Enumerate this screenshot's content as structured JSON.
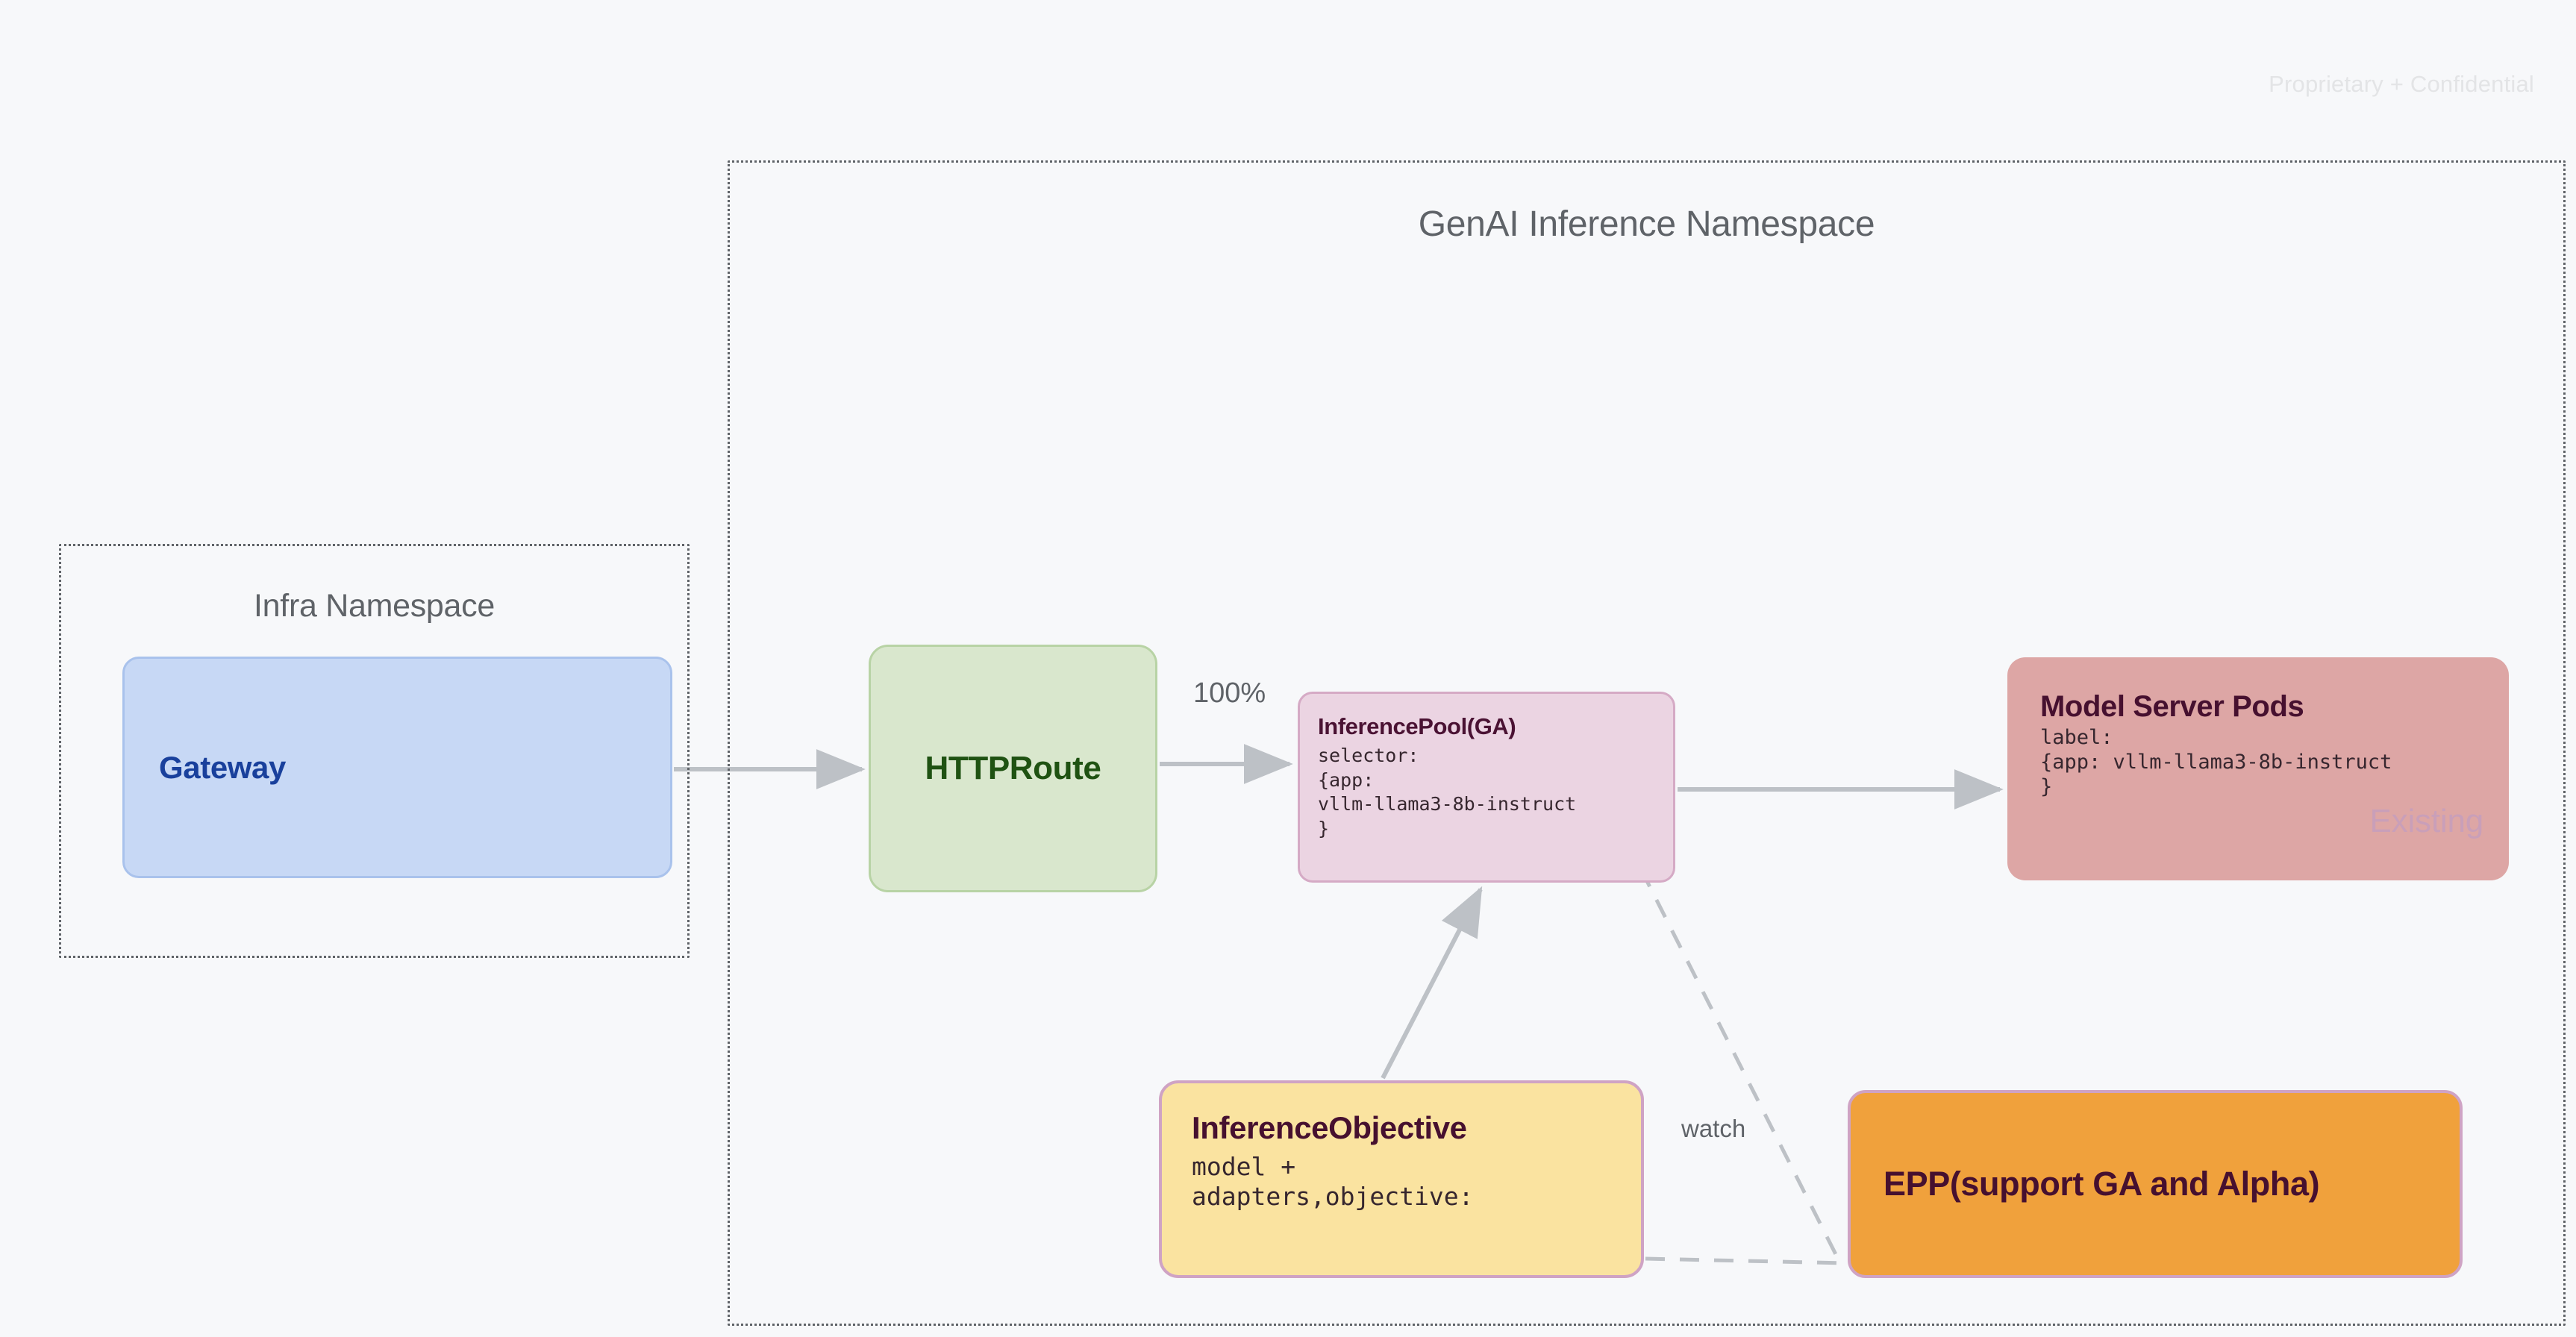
{
  "page": {
    "watermark": "Proprietary + Confidential",
    "background_color": "#f7f8fa"
  },
  "namespaces": [
    {
      "id": "infra",
      "label": "Infra Namespace"
    },
    {
      "id": "genai",
      "label": "GenAI Inference Namespace"
    }
  ],
  "nodes": {
    "gateway": {
      "title": "Gateway",
      "fill": "#c7d8f5",
      "text_color": "#19409c"
    },
    "httproute": {
      "title": "HTTPRoute",
      "fill": "#d9e7cd",
      "text_color": "#1f5212"
    },
    "inferencepool": {
      "title": "InferencePool(GA)",
      "body": "selector:\n{app:\nvllm-llama3-8b-instruct\n}",
      "fill": "#ebd4e2",
      "text_color": "#4a1233"
    },
    "modelpods": {
      "title": "Model Server Pods",
      "body": "label:\n{app: vllm-llama3-8b-instruct\n}",
      "tag": "Existing",
      "fill": "#dda6a5",
      "text_color": "#46102f"
    },
    "inferenceobjective": {
      "title": "InferenceObjective",
      "body": "model +\nadapters,objective:",
      "fill": "#fae3a0",
      "border_color": "#cfa3c4",
      "text_color": "#46102f"
    },
    "epp": {
      "title": "EPP(support GA and Alpha)",
      "fill": "#f0a13c",
      "border_color": "#cfa3c4",
      "text_color": "#46102f"
    }
  },
  "edges": [
    {
      "id": "gateway-to-httproute",
      "from": "gateway",
      "to": "httproute",
      "style": "solid",
      "label": ""
    },
    {
      "id": "httproute-to-inferencepool",
      "from": "httproute",
      "to": "inferencepool",
      "style": "solid",
      "label": "100%"
    },
    {
      "id": "inferencepool-to-modelpods",
      "from": "inferencepool",
      "to": "modelpods",
      "style": "solid",
      "label": ""
    },
    {
      "id": "inferenceobjective-to-inferencepool",
      "from": "inferenceobjective",
      "to": "inferencepool",
      "style": "solid",
      "label": ""
    },
    {
      "id": "inferencepool-to-epp",
      "from": "inferencepool",
      "to": "epp",
      "style": "dashed",
      "label": ""
    },
    {
      "id": "inferenceobjective-to-epp",
      "from": "inferenceobjective",
      "to": "epp",
      "style": "dashed",
      "label": "watch"
    }
  ],
  "edge_labels": {
    "traffic_weight": "100%",
    "watch": "watch"
  }
}
